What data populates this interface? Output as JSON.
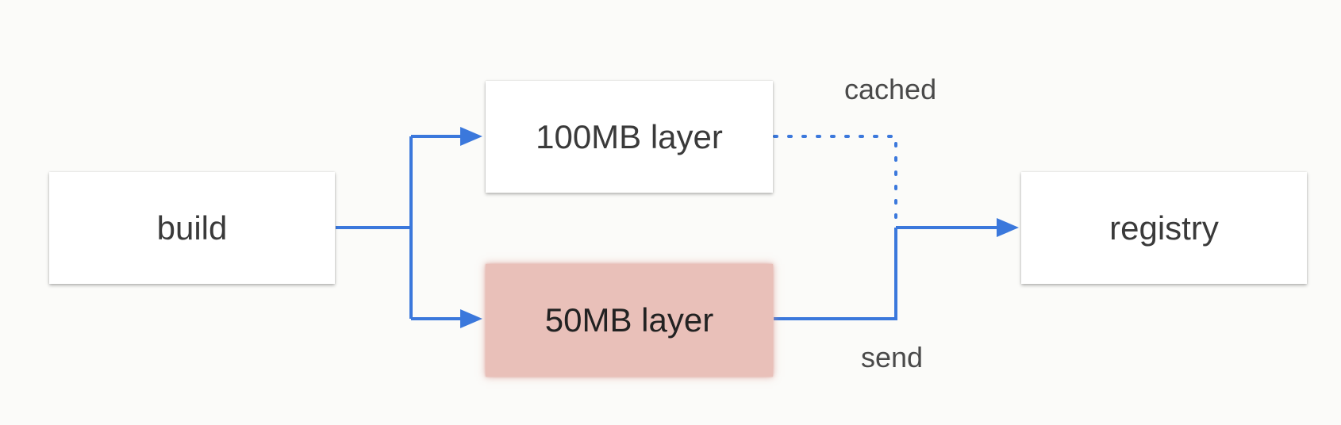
{
  "nodes": {
    "build": "build",
    "layer_100mb": "100MB layer",
    "layer_50mb": "50MB layer",
    "registry": "registry"
  },
  "edge_labels": {
    "cached": "cached",
    "send": "send"
  },
  "colors": {
    "arrow": "#3b78dc",
    "highlight_fill": "#e9c0b9",
    "node_fill": "#ffffff",
    "background": "#fbfbf9"
  }
}
